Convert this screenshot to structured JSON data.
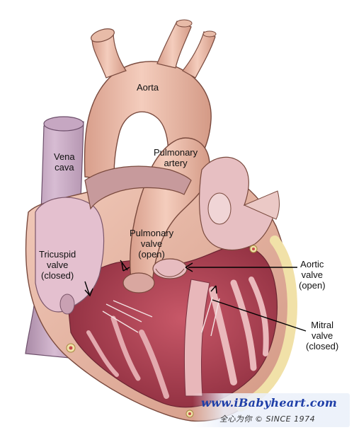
{
  "labels": {
    "aorta": "Aorta",
    "vena_cava": [
      "Vena",
      "cava"
    ],
    "pulmonary_artery": [
      "Pulmonary",
      "artery"
    ],
    "pulmonary_valve": [
      "Pulmonary",
      "valve",
      "(open)"
    ],
    "tricuspid_valve": [
      "Tricuspid",
      "valve",
      "(closed)"
    ],
    "aortic_valve": [
      "Aortic",
      "valve",
      "(open)"
    ],
    "mitral_valve": [
      "Mitral",
      "valve",
      "(closed)"
    ]
  },
  "watermark": {
    "url": "www.iBabyheart.com",
    "subtitle": "全心为你  ©  SINCE 1974"
  },
  "colors": {
    "heart_outer": "#e9b8a6",
    "heart_shadow": "#c98d7a",
    "vessel": "#f0c4b2",
    "vena_cava": "#c9a8c4",
    "muscle": "#b5475a",
    "muscle_light": "#e6b1b5",
    "fat": "#f1e1a8",
    "url_blue": "#1f3fa8"
  }
}
